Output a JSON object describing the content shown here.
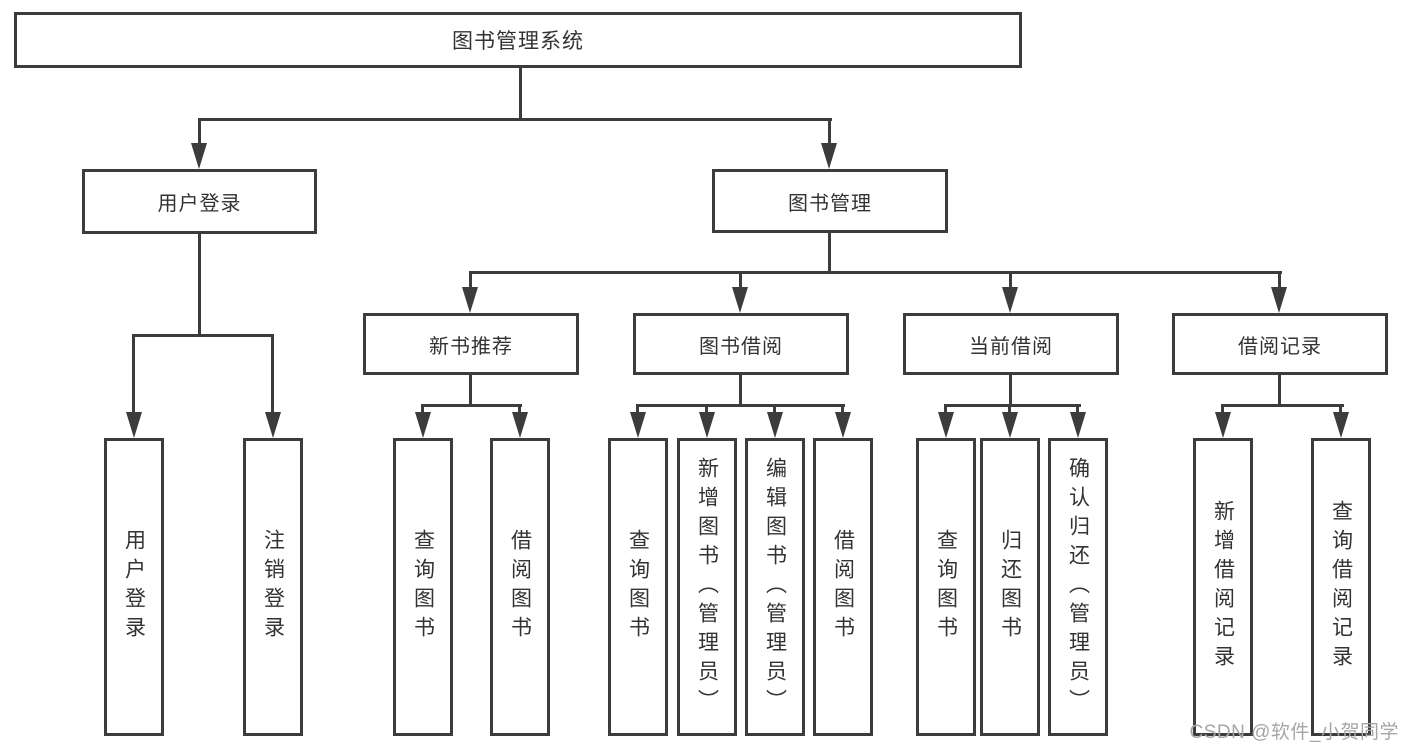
{
  "diagram": {
    "root": {
      "label": "图书管理系统"
    },
    "user_login": {
      "label": "用户登录",
      "children": [
        {
          "label": "用户登录"
        },
        {
          "label": "注销登录"
        }
      ]
    },
    "book_mgmt": {
      "label": "图书管理",
      "children": [
        {
          "label": "新书推荐",
          "children": [
            {
              "label": "查询图书"
            },
            {
              "label": "借阅图书"
            }
          ]
        },
        {
          "label": "图书借阅",
          "children": [
            {
              "label": "查询图书"
            },
            {
              "label": "新增图书（管理员）"
            },
            {
              "label": "编辑图书（管理员）"
            },
            {
              "label": "借阅图书"
            }
          ]
        },
        {
          "label": "当前借阅",
          "children": [
            {
              "label": "查询图书"
            },
            {
              "label": "归还图书"
            },
            {
              "label": "确认归还（管理员）"
            }
          ]
        },
        {
          "label": "借阅记录",
          "children": [
            {
              "label": "新增借阅记录"
            },
            {
              "label": "查询借阅记录"
            }
          ]
        }
      ]
    }
  },
  "watermark": {
    "text": "CSDN @软件_小贺同学"
  },
  "colors": {
    "line": "#3c3c3c",
    "text": "#333333",
    "watermark": "#a6a6a6",
    "background": "#ffffff"
  }
}
